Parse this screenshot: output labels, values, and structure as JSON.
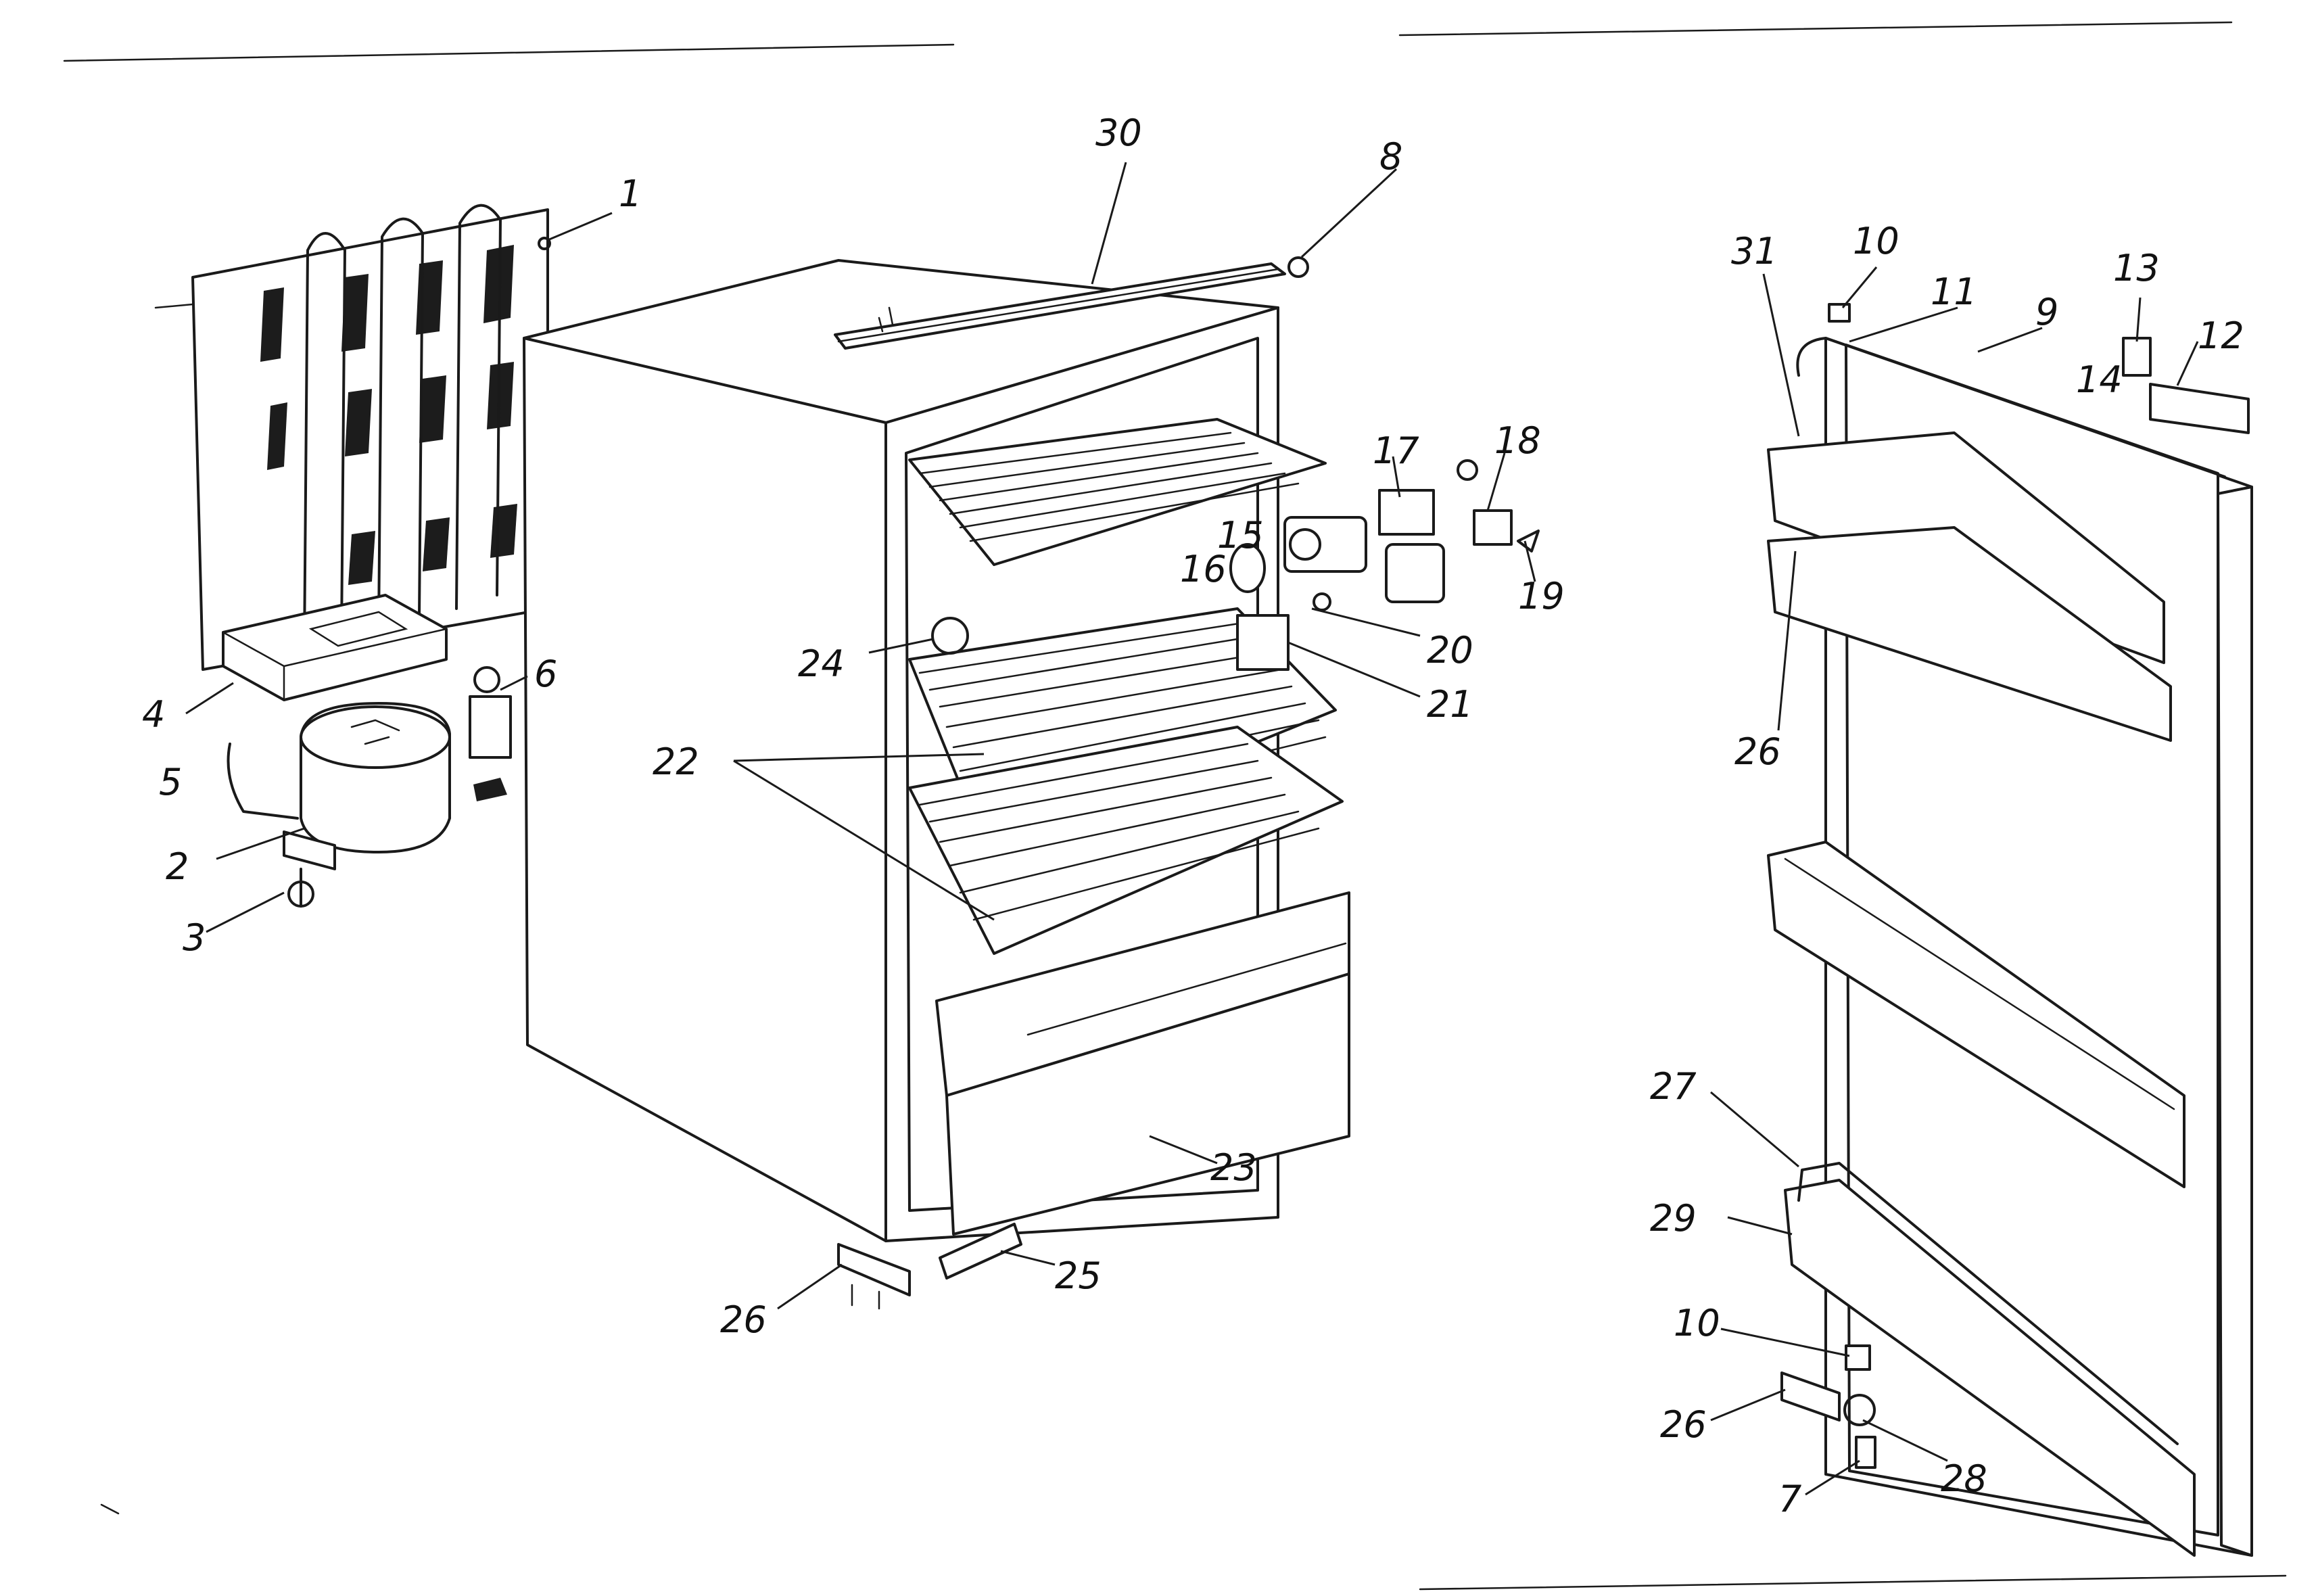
{
  "diagram": {
    "callouts": [
      "1",
      "2",
      "3",
      "4",
      "5",
      "6",
      "7",
      "8",
      "9",
      "10",
      "11",
      "12",
      "13",
      "14",
      "15",
      "16",
      "17",
      "18",
      "19",
      "20",
      "21",
      "22",
      "23",
      "24",
      "25",
      "26",
      "27",
      "28",
      "29",
      "30",
      "31"
    ],
    "label_1": "1",
    "label_2": "2",
    "label_3": "3",
    "label_4": "4",
    "label_5": "5",
    "label_6": "6",
    "label_7": "7",
    "label_8": "8",
    "label_9": "9",
    "label_10_top": "10",
    "label_10_bottom": "10",
    "label_11": "11",
    "label_12": "12",
    "label_13": "13",
    "label_14": "14",
    "label_15": "15",
    "label_16": "16",
    "label_17": "17",
    "label_18": "18",
    "label_19": "19",
    "label_20": "20",
    "label_21": "21",
    "label_22": "22",
    "label_23": "23",
    "label_24": "24",
    "label_25": "25",
    "label_26_cabinet": "26",
    "label_26_door": "26",
    "label_26_hinge": "26",
    "label_27": "27",
    "label_28": "28",
    "label_29": "29",
    "label_30": "30",
    "label_31": "31"
  }
}
